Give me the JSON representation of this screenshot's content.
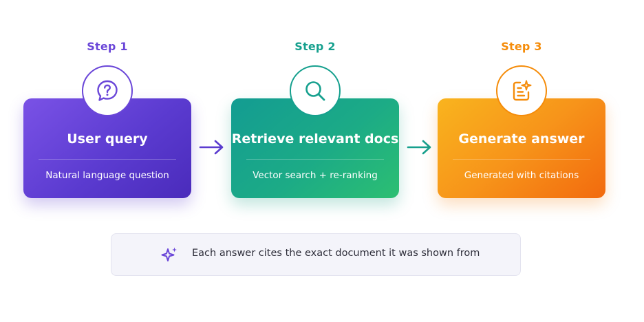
{
  "steps": [
    {
      "label": "Step 1",
      "title": "User query",
      "subtitle": "Natural language question",
      "icon": "question-bubble-icon",
      "color": "#6a46d8"
    },
    {
      "label": "Step 2",
      "title": "Retrieve relevant docs",
      "subtitle": "Vector search + re-ranking",
      "icon": "search-icon",
      "color": "#16a08e"
    },
    {
      "label": "Step 3",
      "title": "Generate answer",
      "subtitle": "Generated with citations",
      "icon": "document-sparkle-icon",
      "color": "#f58c0a"
    }
  ],
  "connectors": [
    {
      "icon": "arrow-right-icon",
      "color": "#5b3bd0"
    },
    {
      "icon": "arrow-right-icon",
      "color": "#16a08e"
    }
  ],
  "note": {
    "icon": "sparkle-icon",
    "color": "#6a46d8",
    "text": "Each answer cites the exact document it was shown from"
  }
}
